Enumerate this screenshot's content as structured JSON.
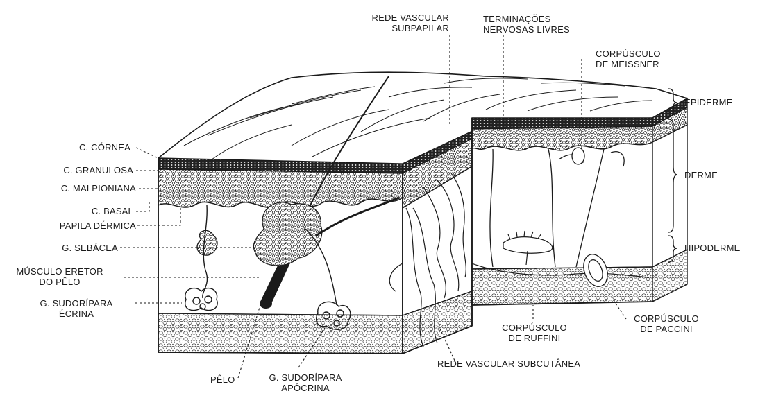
{
  "labels": {
    "c_cornea": "C. CÓRNEA",
    "c_granulosa": "C. GRANULOSA",
    "c_malpioniana": "C. MALPIONIANA",
    "c_basal": "C. BASAL",
    "papila_dermica": "PAPILA DÉRMICA",
    "g_sebacea": "G. SEBÁCEA",
    "musculo_eretor_1": "MÚSCULO ERETOR",
    "musculo_eretor_2": "DO PÊLO",
    "g_sudoripara_ecrina_1": "G. SUDORÍPARA",
    "g_sudoripara_ecrina_2": "ÉCRINA",
    "pelo": "PÊLO",
    "g_sudoripara_apocrina_1": "G. SUDORÍPARA",
    "g_sudoripara_apocrina_2": "APÓCRINA",
    "rede_vascular_subpapilar_1": "REDE VASCULAR",
    "rede_vascular_subpapilar_2": "SUBPAPILAR",
    "terminacoes_1": "TERMINAÇÕES",
    "terminacoes_2": "NERVOSAS LIVRES",
    "meissner_1": "CORPÚSCULO",
    "meissner_2": "DE MEISSNER",
    "epiderme": "EPIDERME",
    "derme": "DERME",
    "hipoderme": "HIPODERME",
    "ruffini_1": "CORPÚSCULO",
    "ruffini_2": "DE RUFFINI",
    "paccini_1": "CORPÚSCULO",
    "paccini_2": "DE PACCINI",
    "rede_vascular_subcutanea": "REDE VASCULAR SUBCUTÂNEA"
  },
  "colors": {
    "ink": "#1a1a1a",
    "paper": "#ffffff",
    "stipple": "#333333"
  }
}
